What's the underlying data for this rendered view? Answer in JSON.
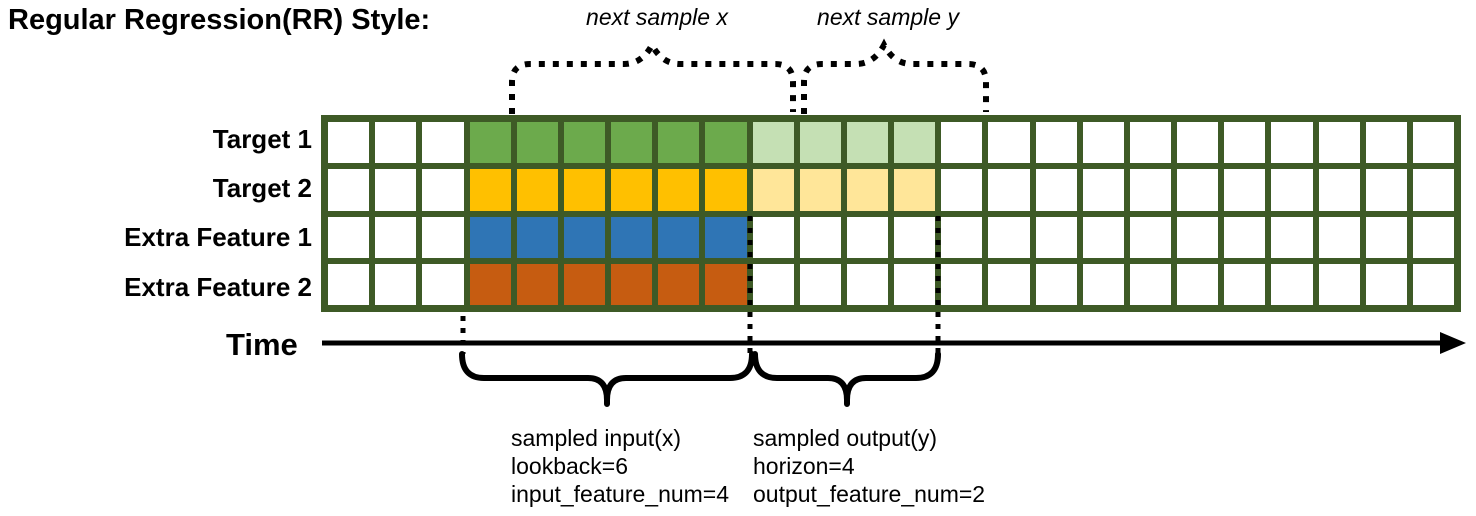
{
  "title": "Regular Regression(RR) Style:",
  "rows": [
    {
      "label": "Target 1",
      "lookback_color": "#6CAA4C",
      "horizon_color": "#C5E0B4"
    },
    {
      "label": "Target 2",
      "lookback_color": "#FFC000",
      "horizon_color": "#FFE699"
    },
    {
      "label": "Extra Feature 1",
      "lookback_color": "#2F75B5",
      "horizon_color": null
    },
    {
      "label": "Extra Feature 2",
      "lookback_color": "#C65C11",
      "horizon_color": null
    }
  ],
  "grid": {
    "columns": 24,
    "row_count": 4,
    "lead_empty_columns": 3,
    "lookback": 6,
    "horizon": 4,
    "border_color": "#3E5A26",
    "empty_cell_color": "#FFFFFF"
  },
  "annotations": {
    "next_sample_x": "next sample x",
    "next_sample_y": "next sample y",
    "input_lines": [
      "sampled input(x)",
      "lookback=6",
      "input_feature_num=4"
    ],
    "output_lines": [
      "sampled output(y)",
      "horizon=4",
      "output_feature_num=2"
    ],
    "line_color": "#000000"
  },
  "time_axis": {
    "label": "Time"
  }
}
